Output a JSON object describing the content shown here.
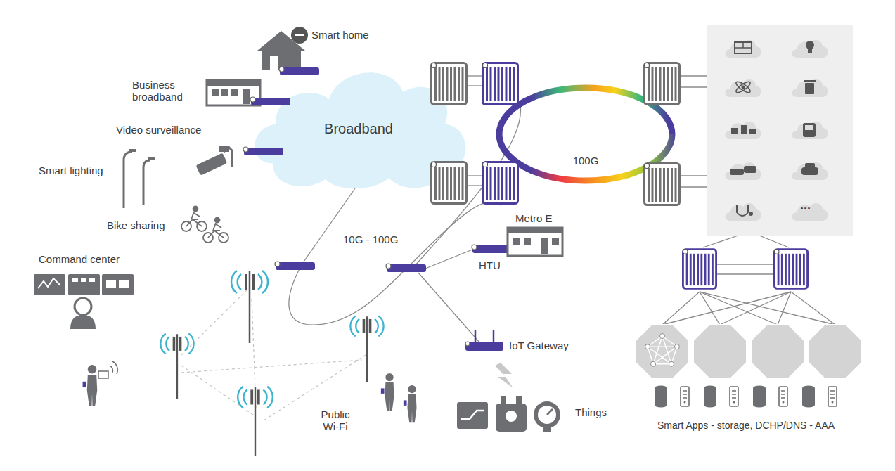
{
  "diagram": {
    "nodes": [
      {
        "text": [
          "Broadband"
        ]
      },
      {
        "text": [
          "100G"
        ]
      }
    ],
    "labels": [
      "Smart home",
      "Business broadband",
      "Video surveillance",
      "Smart lighting",
      "Bike sharing",
      "Command center",
      "10G - 100G",
      "Metro E",
      "HTU",
      "IoT Gateway",
      "Public Wi-Fi",
      "Things",
      "...",
      "Smart Apps - storage, DCHP/DNS - AAA"
    ]
  }
}
